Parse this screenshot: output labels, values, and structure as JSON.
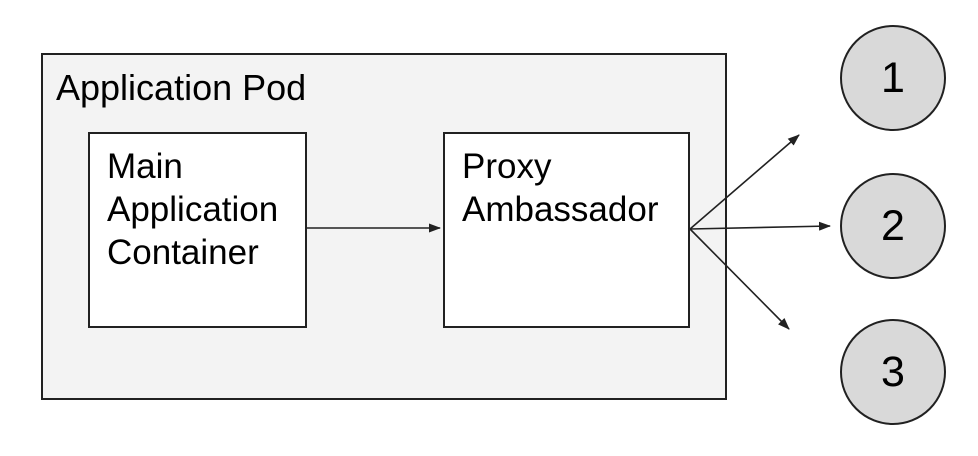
{
  "diagram": {
    "pod": {
      "label": "Application Pod"
    },
    "nodes": [
      {
        "id": "main-application-container",
        "label": "Main\nApplication\nContainer"
      },
      {
        "id": "proxy-ambassador",
        "label": "Proxy\nAmbassador"
      }
    ],
    "endpoints": [
      {
        "label": "1"
      },
      {
        "label": "2"
      },
      {
        "label": "3"
      }
    ],
    "connections": [
      {
        "from": "main-application-container",
        "to": "proxy-ambassador"
      },
      {
        "from": "proxy-ambassador",
        "to": "endpoint-1"
      },
      {
        "from": "proxy-ambassador",
        "to": "endpoint-2"
      },
      {
        "from": "proxy-ambassador",
        "to": "endpoint-3"
      }
    ],
    "colors": {
      "pod_fill": "#f3f3f3",
      "node_fill": "#ffffff",
      "endpoint_fill": "#d9d9d9",
      "border": "#212121",
      "text": "#000000",
      "background": "#ffffff"
    }
  }
}
